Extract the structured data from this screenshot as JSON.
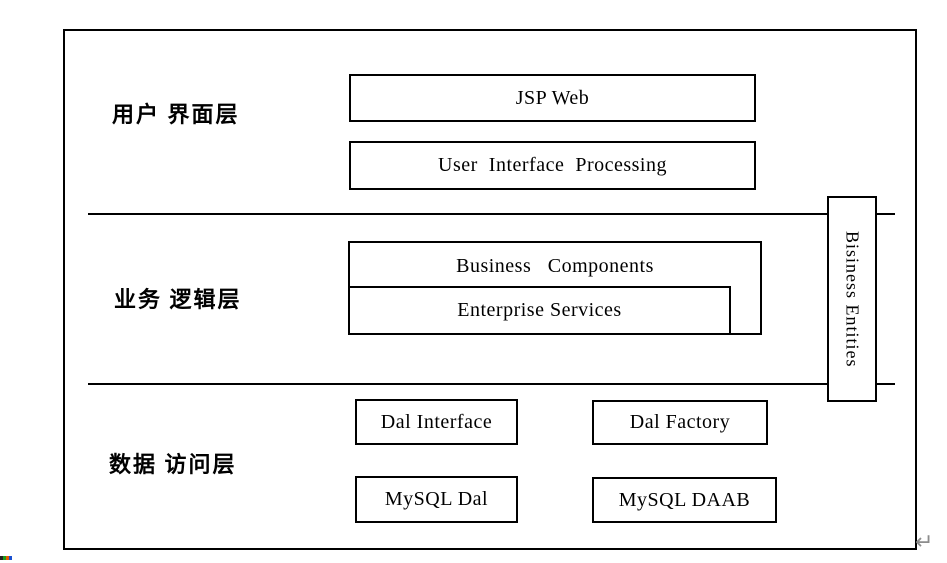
{
  "diagram": {
    "layer_labels": {
      "ui": "用户 界面层",
      "logic": "业务 逻辑层",
      "data": "数据 访问层"
    },
    "boxes": {
      "jsp_web": "JSP Web",
      "user_interface_processing": "User  Interface  Processing",
      "business_components": "Business   Components",
      "enterprise_services": "Enterprise Services",
      "dal_interface": "Dal Interface",
      "dal_factory": "Dal Factory",
      "mysql_dal": "MySQL Dal",
      "mysql_daab": "MySQL DAAB",
      "business_entities": "Bisiness Entities"
    },
    "marks": {
      "return_mark": "↵"
    },
    "colors": {
      "border": "#000000",
      "background": "#ffffff",
      "return_mark": "#8c8c8c"
    }
  }
}
